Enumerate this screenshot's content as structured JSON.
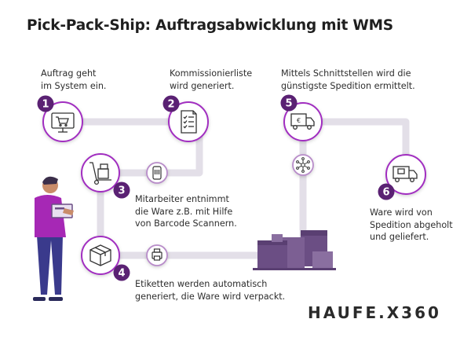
{
  "title": "Pick-Pack-Ship: Auftragsabwicklung mit WMS",
  "brand": {
    "logo_text": "HAUFE.X360",
    "colors": {
      "text": "#2a2a2a",
      "accent": "#7b2d8e"
    }
  },
  "colors": {
    "track": "#e3dfe8",
    "circle_border": "#a12fc0",
    "badge": "#5a2173",
    "badge_text": "#ffffff",
    "mini_border": "#b88cc9",
    "boxes": "#6b4e84",
    "person_shirt": "#a628b5",
    "person_pants": "#3a3a8c"
  },
  "steps": [
    {
      "number": "1",
      "icon": "computer-cart-icon",
      "lines": [
        "Auftrag geht",
        "im System ein."
      ]
    },
    {
      "number": "2",
      "icon": "checklist-icon",
      "lines": [
        "Kommissionierliste",
        "wird generiert."
      ]
    },
    {
      "number": "3",
      "icon": "hand-truck-icon",
      "lines": [
        "Mitarbeiter entnimmt",
        "die Ware z.B. mit Hilfe",
        "von Barcode Scannern."
      ]
    },
    {
      "number": "4",
      "icon": "package-box-icon",
      "lines": [
        "Etiketten werden automatisch",
        "generiert, die Ware wird verpackt."
      ]
    },
    {
      "number": "5",
      "icon": "euro-truck-icon",
      "lines": [
        "Mittels Schnittstellen wird die",
        "günstigste Spedition ermittelt."
      ]
    },
    {
      "number": "6",
      "icon": "delivery-truck-icon",
      "lines": [
        "Ware wird von",
        "Spedition abgeholt",
        "und geliefert."
      ]
    }
  ],
  "connector_icons": [
    "barcode-scanner-icon",
    "label-printer-icon",
    "network-hub-icon"
  ]
}
